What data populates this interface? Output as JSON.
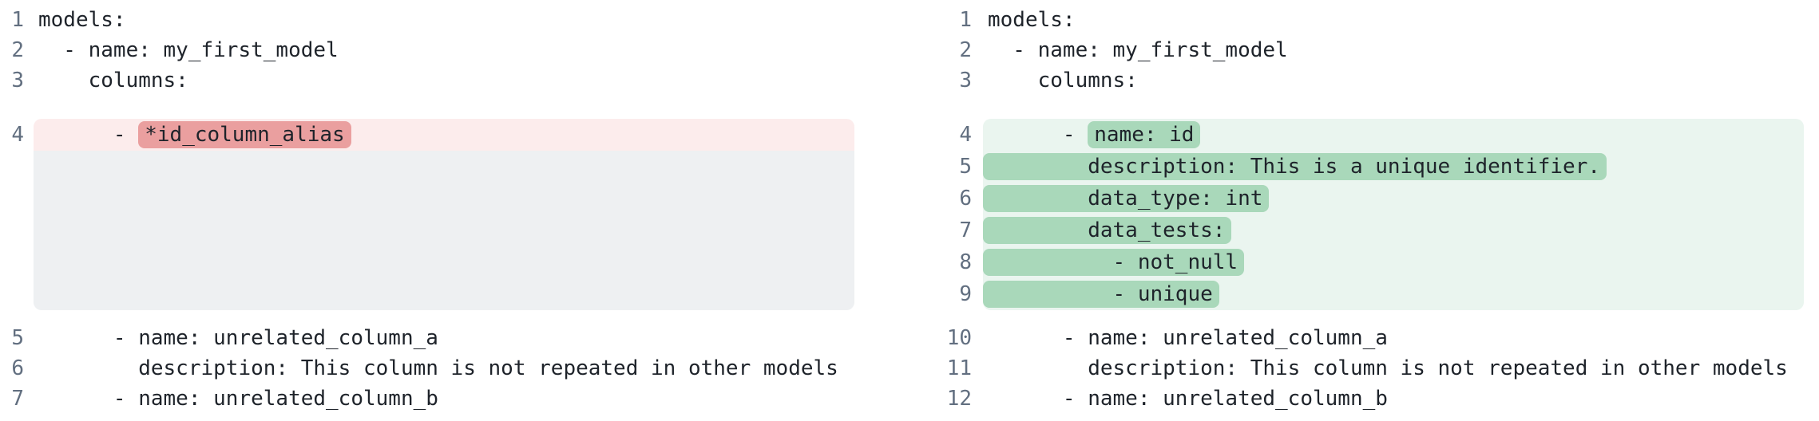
{
  "colors": {
    "page_bg": "#ffffff",
    "code_text": "#1e232a",
    "line_number": "#626f80",
    "del_line_bg": "#fcecec",
    "del_token_bg": "#ea9f9f",
    "add_line_bg": "#eaf5ef",
    "add_token_bg": "#a9d8ba",
    "spacer_bg": "#eef0f2"
  },
  "diff": {
    "language": "yaml",
    "panes": [
      {
        "id": "base",
        "sections": [
          {
            "kind": "context",
            "lines": [
              {
                "num": "1",
                "segs": [
                  {
                    "t": "models:"
                  }
                ]
              },
              {
                "num": "2",
                "segs": [
                  {
                    "t": "  - name: my_first_model"
                  }
                ]
              },
              {
                "num": "3",
                "segs": [
                  {
                    "t": "    columns:"
                  }
                ]
              }
            ]
          },
          {
            "kind": "hunk",
            "variant": "del",
            "lines": [
              {
                "num": "4",
                "segs": [
                  {
                    "t": "      - "
                  },
                  {
                    "t": "*id_column_alias",
                    "hl": true
                  }
                ]
              }
            ],
            "spacer_rows": 5
          },
          {
            "kind": "context",
            "lines": [
              {
                "num": "5",
                "segs": [
                  {
                    "t": "      - name: unrelated_column_a"
                  }
                ]
              },
              {
                "num": "6",
                "segs": [
                  {
                    "t": "        description: This column is not repeated in other models"
                  }
                ]
              },
              {
                "num": "7",
                "segs": [
                  {
                    "t": "      - name: unrelated_column_b"
                  }
                ]
              }
            ]
          }
        ]
      },
      {
        "id": "current",
        "sections": [
          {
            "kind": "context",
            "lines": [
              {
                "num": "1",
                "segs": [
                  {
                    "t": "models:"
                  }
                ]
              },
              {
                "num": "2",
                "segs": [
                  {
                    "t": "  - name: my_first_model"
                  }
                ]
              },
              {
                "num": "3",
                "segs": [
                  {
                    "t": "    columns:"
                  }
                ]
              }
            ]
          },
          {
            "kind": "hunk",
            "variant": "add",
            "lines": [
              {
                "num": "4",
                "segs": [
                  {
                    "t": "      - "
                  },
                  {
                    "t": "name: id",
                    "hl": true
                  }
                ]
              },
              {
                "num": "5",
                "segs": [
                  {
                    "t": "        description: This is a unique identifier.",
                    "hl": true
                  }
                ]
              },
              {
                "num": "6",
                "segs": [
                  {
                    "t": "        data_type: int",
                    "hl": true
                  }
                ]
              },
              {
                "num": "7",
                "segs": [
                  {
                    "t": "        data_tests:",
                    "hl": true
                  }
                ]
              },
              {
                "num": "8",
                "segs": [
                  {
                    "t": "          - not_null",
                    "hl": true
                  }
                ]
              },
              {
                "num": "9",
                "segs": [
                  {
                    "t": "          - unique",
                    "hl": true
                  }
                ]
              }
            ],
            "spacer_rows": 0
          },
          {
            "kind": "context",
            "lines": [
              {
                "num": "10",
                "segs": [
                  {
                    "t": "      - name: unrelated_column_a"
                  }
                ]
              },
              {
                "num": "11",
                "segs": [
                  {
                    "t": "        description: This column is not repeated in other models"
                  }
                ]
              },
              {
                "num": "12",
                "segs": [
                  {
                    "t": "      - name: unrelated_column_b"
                  }
                ]
              }
            ]
          }
        ]
      }
    ]
  }
}
